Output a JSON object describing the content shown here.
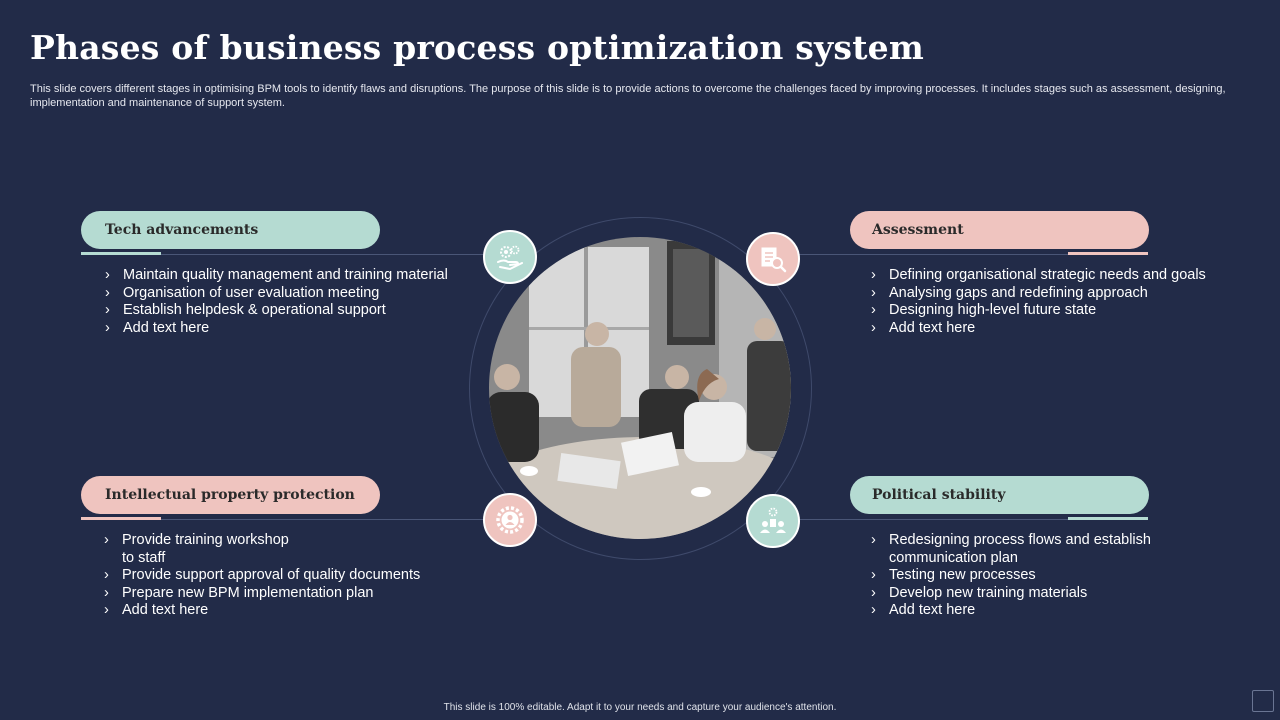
{
  "title": "Phases of business process optimization system",
  "subtitle": "This slide covers different stages in optimising BPM tools to identify flaws and disruptions. The purpose of this slide is to provide actions to overcome the challenges faced by improving processes. It includes stages such as assessment, designing, implementation and maintenance of support system.",
  "colors": {
    "background": "#222b48",
    "teal": "#b5dbd2",
    "pink": "#efc4bf"
  },
  "phases": {
    "tech": {
      "title": "Tech advancements",
      "icon": "gear-hand-icon",
      "items": [
        "Maintain quality management and training material",
        "Organisation of user evaluation meeting",
        "Establish helpdesk & operational support",
        "Add text here"
      ]
    },
    "assessment": {
      "title": "Assessment",
      "icon": "document-search-icon",
      "items": [
        "Defining organisational strategic needs and goals",
        "Analysing gaps and redefining approach",
        "Designing high-level future state",
        "Add text here"
      ]
    },
    "ip": {
      "title": "Intellectual property protection",
      "icon": "gear-person-icon",
      "items": [
        "Provide training workshop to staff",
        "Provide support approval of quality documents",
        "Prepare new BPM implementation plan",
        "Add text here"
      ]
    },
    "political": {
      "title": "Political stability",
      "icon": "team-settings-icon",
      "items": [
        "Redesigning process flows and establish communication plan",
        "Testing new processes",
        "Develop new training materials",
        "Add text here"
      ]
    }
  },
  "footer": "This slide is 100% editable.  Adapt it to your needs and capture your audience's attention."
}
